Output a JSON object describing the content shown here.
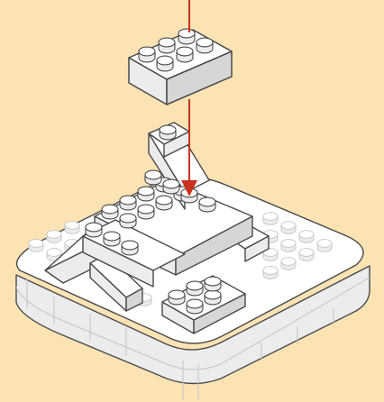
{
  "colors": {
    "background": "#fbe3b4",
    "arrow": "#c8321f",
    "brick_light": "#ffffff",
    "brick_side": "#ececec",
    "brick_dark": "#d6d6d6",
    "outline": "#4a4a4a",
    "faint": "#c4c4c4"
  },
  "parts": {
    "step_arrow": {
      "direction": "down",
      "icon": "down-arrow-icon"
    },
    "falling_brick": {
      "type": "2x3 brick"
    },
    "base_plate": {
      "type": "rounded baseplate"
    },
    "top_studs": {
      "type": "2x2 plate"
    }
  }
}
